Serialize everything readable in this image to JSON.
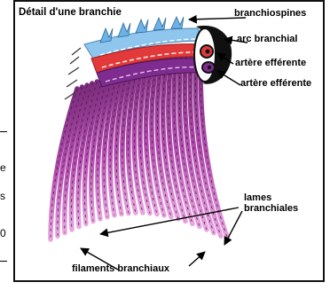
{
  "title": "Détail d'une branchie",
  "labels": {
    "branchiospines": "branchiospines",
    "arc_branchial": "arc branchial",
    "artere_efferente_1": "artère efférente",
    "artere_efferente_2": "artère efférente",
    "lames_branchiales": "lames\nbranchiales",
    "filaments_branchiaux": "filaments branchiaux"
  },
  "edge_fragments": [
    "e",
    "s",
    "0"
  ],
  "colors": {
    "border": "#111111",
    "filament": "#b24cad",
    "filament_dark": "#7a2c7a",
    "filament_light": "#e9a6df",
    "arc_blue": "#8fc6ee",
    "arc_red": "#e23a3a",
    "arc_purple": "#7e2c8f",
    "arc_black": "#101010",
    "spine_blue": "#6cb2e6"
  }
}
